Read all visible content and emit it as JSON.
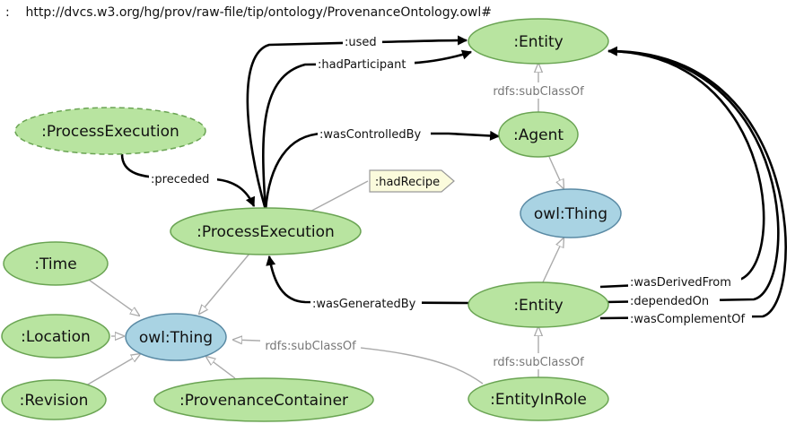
{
  "header": {
    "prefix": ":",
    "url": "http://dvcs.w3.org/hg/prov/raw-file/tip/ontology/ProvenanceOntology.owl#"
  },
  "colors": {
    "class_fill": "#b8e4a0",
    "class_stroke": "#6aa453",
    "thing_fill": "#a9d3e3",
    "thing_stroke": "#5a8aa4",
    "recipe_fill": "#fbfbdc",
    "edge": "#000000",
    "subclass": "#aaaaaa"
  },
  "nodes": {
    "entity_top": ":Entity",
    "agent": ":Agent",
    "owl_thing_right": "owl:Thing",
    "process_execution_prev": ":ProcessExecution",
    "process_execution": ":ProcessExecution",
    "had_recipe": ":hadRecipe",
    "time": ":Time",
    "location": ":Location",
    "revision": ":Revision",
    "owl_thing_left": "owl:Thing",
    "provenance_container": ":ProvenanceContainer",
    "entity_mid": ":Entity",
    "entity_in_role": ":EntityInRole"
  },
  "edges": {
    "used": ":used",
    "had_participant": ":hadParticipant",
    "was_controlled_by": ":wasControlledBy",
    "preceded": ":preceded",
    "was_generated_by": ":wasGeneratedBy",
    "was_derived_from": ":wasDerivedFrom",
    "depended_on": ":dependedOn",
    "was_complement_of": ":wasComplementOf",
    "subclass_agent": "rdfs:subClassOf",
    "subclass_role": "rdfs:subClassOf",
    "subclass_left": "rdfs:subClassOf"
  }
}
